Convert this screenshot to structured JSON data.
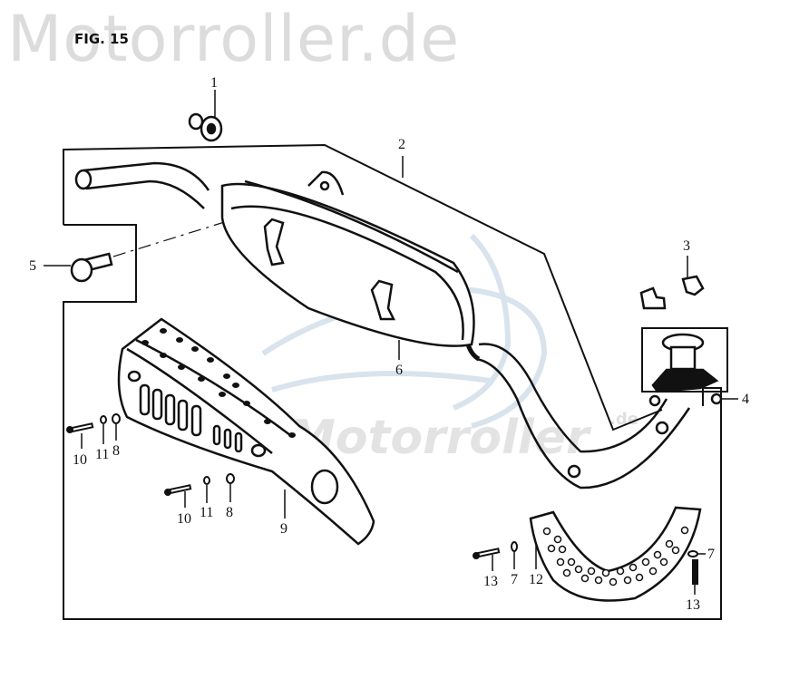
{
  "watermark": {
    "text": "Motorroller.de",
    "color": "#dcdcdc",
    "center_text": "Motorroller",
    "center_suffix": ".de",
    "logo_color": "#c9d8e6"
  },
  "figure": {
    "title": "FIG. 15"
  },
  "callouts": [
    {
      "id": "1",
      "label": "1",
      "part": "rubber-bushing"
    },
    {
      "id": "2",
      "label": "2",
      "part": "muffler-assembly"
    },
    {
      "id": "3",
      "label": "3",
      "part": "exhaust-gasket-halves"
    },
    {
      "id": "4",
      "label": "4",
      "part": "nut"
    },
    {
      "id": "5",
      "label": "5",
      "part": "bolt"
    },
    {
      "id": "6",
      "label": "6",
      "part": "muffler-body"
    },
    {
      "id": "7a",
      "label": "7",
      "part": "washer"
    },
    {
      "id": "7b",
      "label": "7",
      "part": "washer"
    },
    {
      "id": "8a",
      "label": "8",
      "part": "washer"
    },
    {
      "id": "8b",
      "label": "8",
      "part": "washer"
    },
    {
      "id": "9",
      "label": "9",
      "part": "muffler-heat-shield"
    },
    {
      "id": "10a",
      "label": "10",
      "part": "screw"
    },
    {
      "id": "10b",
      "label": "10",
      "part": "screw"
    },
    {
      "id": "11a",
      "label": "11",
      "part": "spring-washer"
    },
    {
      "id": "11b",
      "label": "11",
      "part": "spring-washer"
    },
    {
      "id": "12",
      "label": "12",
      "part": "exhaust-pipe-heat-shield"
    },
    {
      "id": "13a",
      "label": "13",
      "part": "screw"
    },
    {
      "id": "13b",
      "label": "13",
      "part": "screw"
    }
  ]
}
